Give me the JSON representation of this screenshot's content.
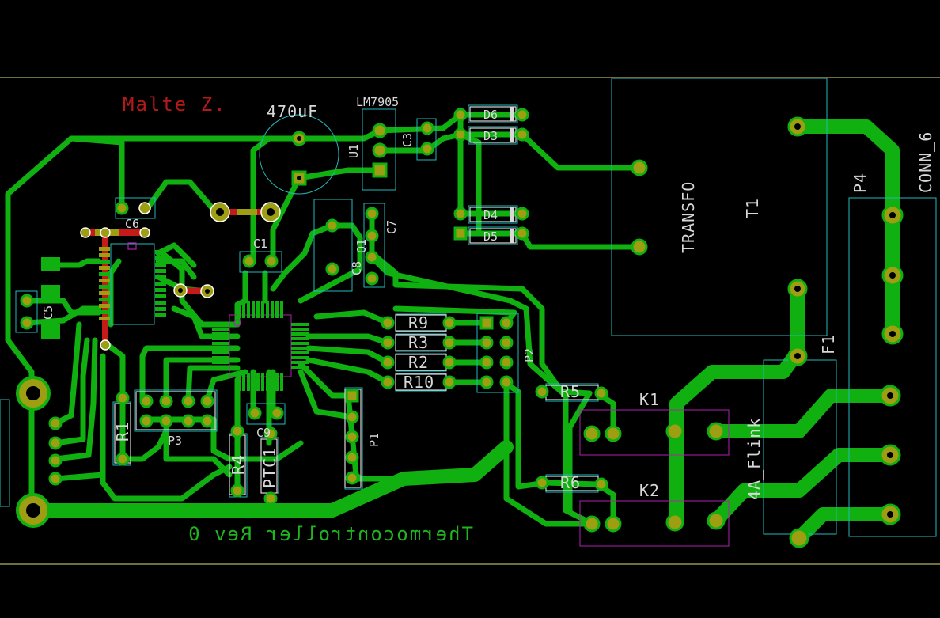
{
  "view": {
    "background": "#000000",
    "colors": {
      "copper": "#10b010",
      "pad": "#9e9e12",
      "silkscreen": "#d8d8d8",
      "courtyard": "#b020b0",
      "fab": "#22b8b8",
      "red_layer": "#c41a1a",
      "edge": "#e0e07a"
    }
  },
  "text": {
    "author": "Malte Z.",
    "title": "Thermocontroller Rev 0"
  },
  "labels": {
    "cap_value": "470uF",
    "regulator": "LM7905",
    "c3": "C3",
    "u1": "U1",
    "d6": "D6",
    "d3": "D3",
    "d4": "D4",
    "d5": "D5",
    "transfo": "TRANSFO",
    "t1": "T1",
    "p4": "P4",
    "conn6": "CONN_6",
    "c6": "C6",
    "c1": "C1",
    "c7": "C7",
    "c8": "C8",
    "q1": "Q1",
    "c5": "C5",
    "r9": "R9",
    "r3": "R3",
    "r2": "R2",
    "r10": "R10",
    "p2": "P2",
    "r5": "R5",
    "r6": "R6",
    "k1": "K1",
    "k2": "K2",
    "f1": "F1",
    "fuse": "4A_Flink",
    "r1": "R1",
    "p3": "P3",
    "c9": "C9",
    "r4": "R4",
    "ptc1": "PTC1",
    "p1": "P1"
  }
}
